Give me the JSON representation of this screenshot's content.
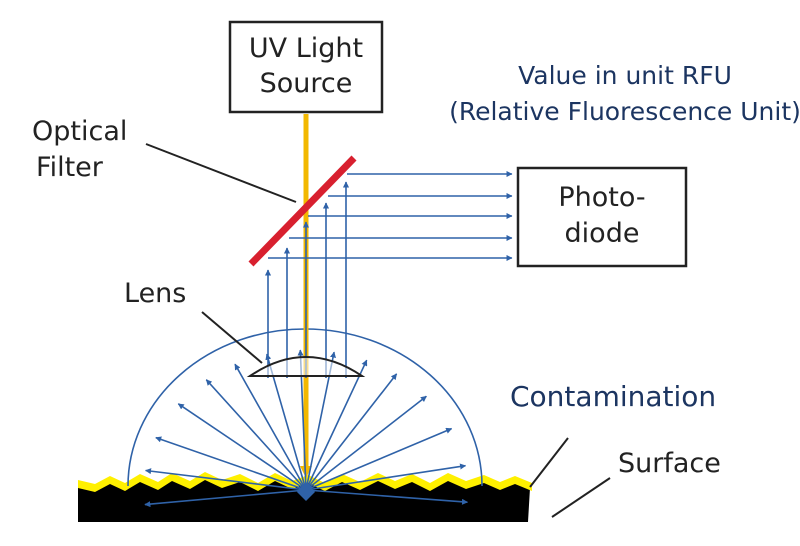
{
  "labels": {
    "uv_source_line1": "UV Light",
    "uv_source_line2": "Source",
    "optical_filter_line1": "Optical",
    "optical_filter_line2": "Filter",
    "lens": "Lens",
    "photodiode_line1": "Photo-",
    "photodiode_line2": "diode",
    "contamination": "Contamination",
    "surface": "Surface",
    "value_line1": "Value in unit RFU",
    "value_line2": "(Relative Fluorescence Unit)"
  },
  "colors": {
    "uv_beam": "#f2b800",
    "filter": "#d8202f",
    "emission_arrows": "#2f62a8",
    "dome": "#2f62a8",
    "contamination": "#fff000",
    "surface": "#000000",
    "label_text": "#222222",
    "accent_text": "#1c3561"
  }
}
